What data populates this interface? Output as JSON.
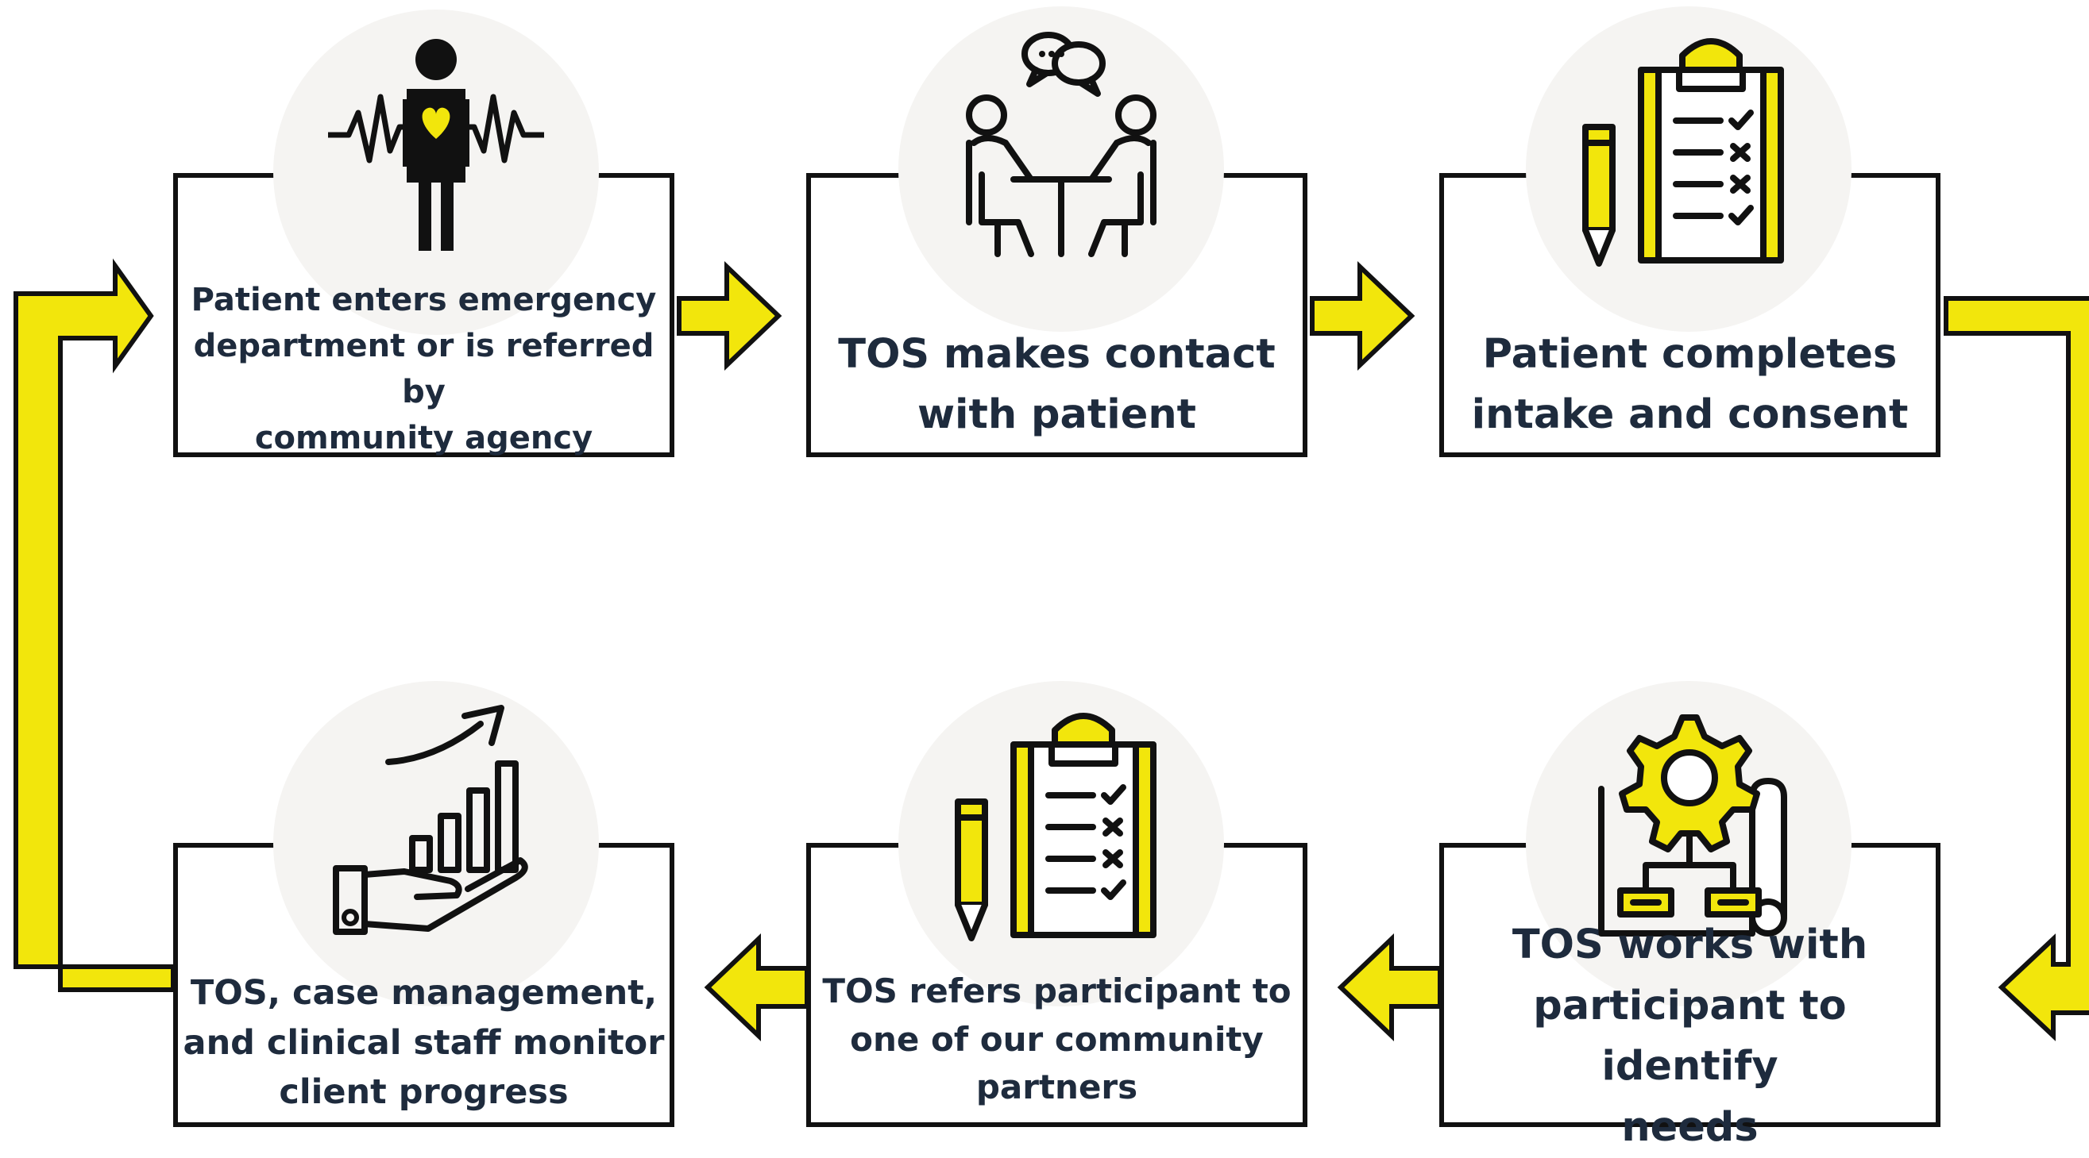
{
  "diagram": {
    "type": "cyclic-process-flow",
    "colors": {
      "accent": "#f2e60c",
      "outline": "#111111",
      "text": "#1e2b3d",
      "circle": "#f5f4f2",
      "background": "#ffffff"
    },
    "steps": [
      {
        "id": "step1",
        "label": "Patient enters emergency\ndepartment or is referred by\ncommunity agency",
        "icon": "heartbeat-person-icon"
      },
      {
        "id": "step2",
        "label": "TOS makes contact\nwith patient",
        "icon": "meeting-conversation-icon"
      },
      {
        "id": "step3",
        "label": "Patient completes\nintake and consent",
        "icon": "clipboard-checklist-icon"
      },
      {
        "id": "step4",
        "label": "TOS works with\nparticipant to identify\nneeds",
        "icon": "gear-blueprint-icon"
      },
      {
        "id": "step5",
        "label": "TOS refers participant to\none of our community\npartners",
        "icon": "clipboard-checklist-icon"
      },
      {
        "id": "step6",
        "label": "TOS, case management,\nand clinical staff monitor\nclient progress",
        "icon": "growth-chart-hand-icon"
      }
    ],
    "edges": [
      {
        "from": "step1",
        "to": "step2"
      },
      {
        "from": "step2",
        "to": "step3"
      },
      {
        "from": "step3",
        "to": "step4"
      },
      {
        "from": "step4",
        "to": "step5"
      },
      {
        "from": "step5",
        "to": "step6"
      },
      {
        "from": "step6",
        "to": "step1"
      }
    ]
  }
}
